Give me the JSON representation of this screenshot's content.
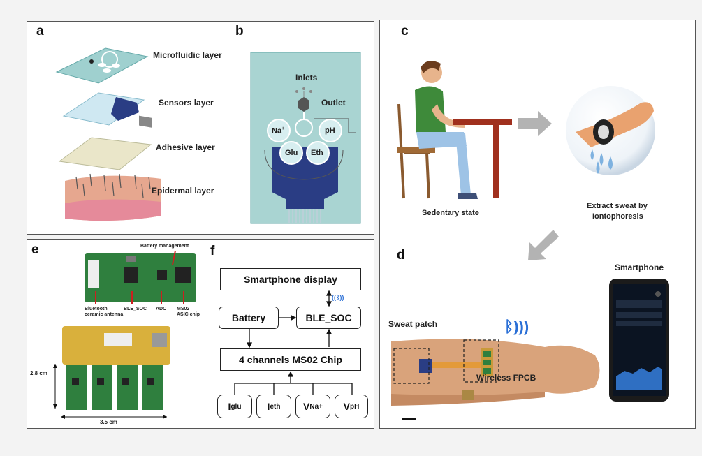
{
  "panel_a": {
    "label": "a",
    "layers": [
      "Microfluidic layer",
      "Sensors layer",
      "Adhesive layer",
      "Epidermal layer"
    ]
  },
  "panel_b": {
    "label": "b",
    "inlets": "Inlets",
    "outlet": "Outlet",
    "sensors": {
      "na": "Na",
      "na_sup": "+",
      "ph": "pH",
      "glu": "Glu",
      "eth": "Eth"
    }
  },
  "panel_c": {
    "label": "c",
    "caption_left": "Sedentary state",
    "caption_right_1": "Extract sweat by",
    "caption_right_2": "Iontophoresis"
  },
  "panel_d": {
    "label": "d",
    "smartphone": "Smartphone",
    "sweat_patch": "Sweat patch",
    "fpcb": "Wireless FPCB"
  },
  "panel_e": {
    "label": "e",
    "battery_management": "Battery management",
    "components": [
      {
        "line1": "Bluetooth",
        "line2": "ceramic antenna"
      },
      {
        "line1": "BLE_SOC",
        "line2": ""
      },
      {
        "line1": "ADC",
        "line2": ""
      },
      {
        "line1": "MS02",
        "line2": "ASIC chip"
      }
    ],
    "height_dim": "2.8 cm",
    "width_dim": "3.5 cm"
  },
  "panel_f": {
    "label": "f",
    "smartphone_display": "Smartphone display",
    "battery": "Battery",
    "ble_soc": "BLE_SOC",
    "chip": "4 channels MS02 Chip",
    "channels": [
      {
        "main": "I",
        "sub": "glu"
      },
      {
        "main": "I",
        "sub": "eth"
      },
      {
        "main": "V",
        "sub": "Na+"
      },
      {
        "main": "V",
        "sub": "pH"
      }
    ]
  },
  "colors": {
    "teal": "#a9d4d2",
    "navy": "#2a3d84",
    "pcb_green": "#2f7f3e",
    "arrow_gray": "#b3b3b3",
    "red_arrow": "#cc2020"
  }
}
